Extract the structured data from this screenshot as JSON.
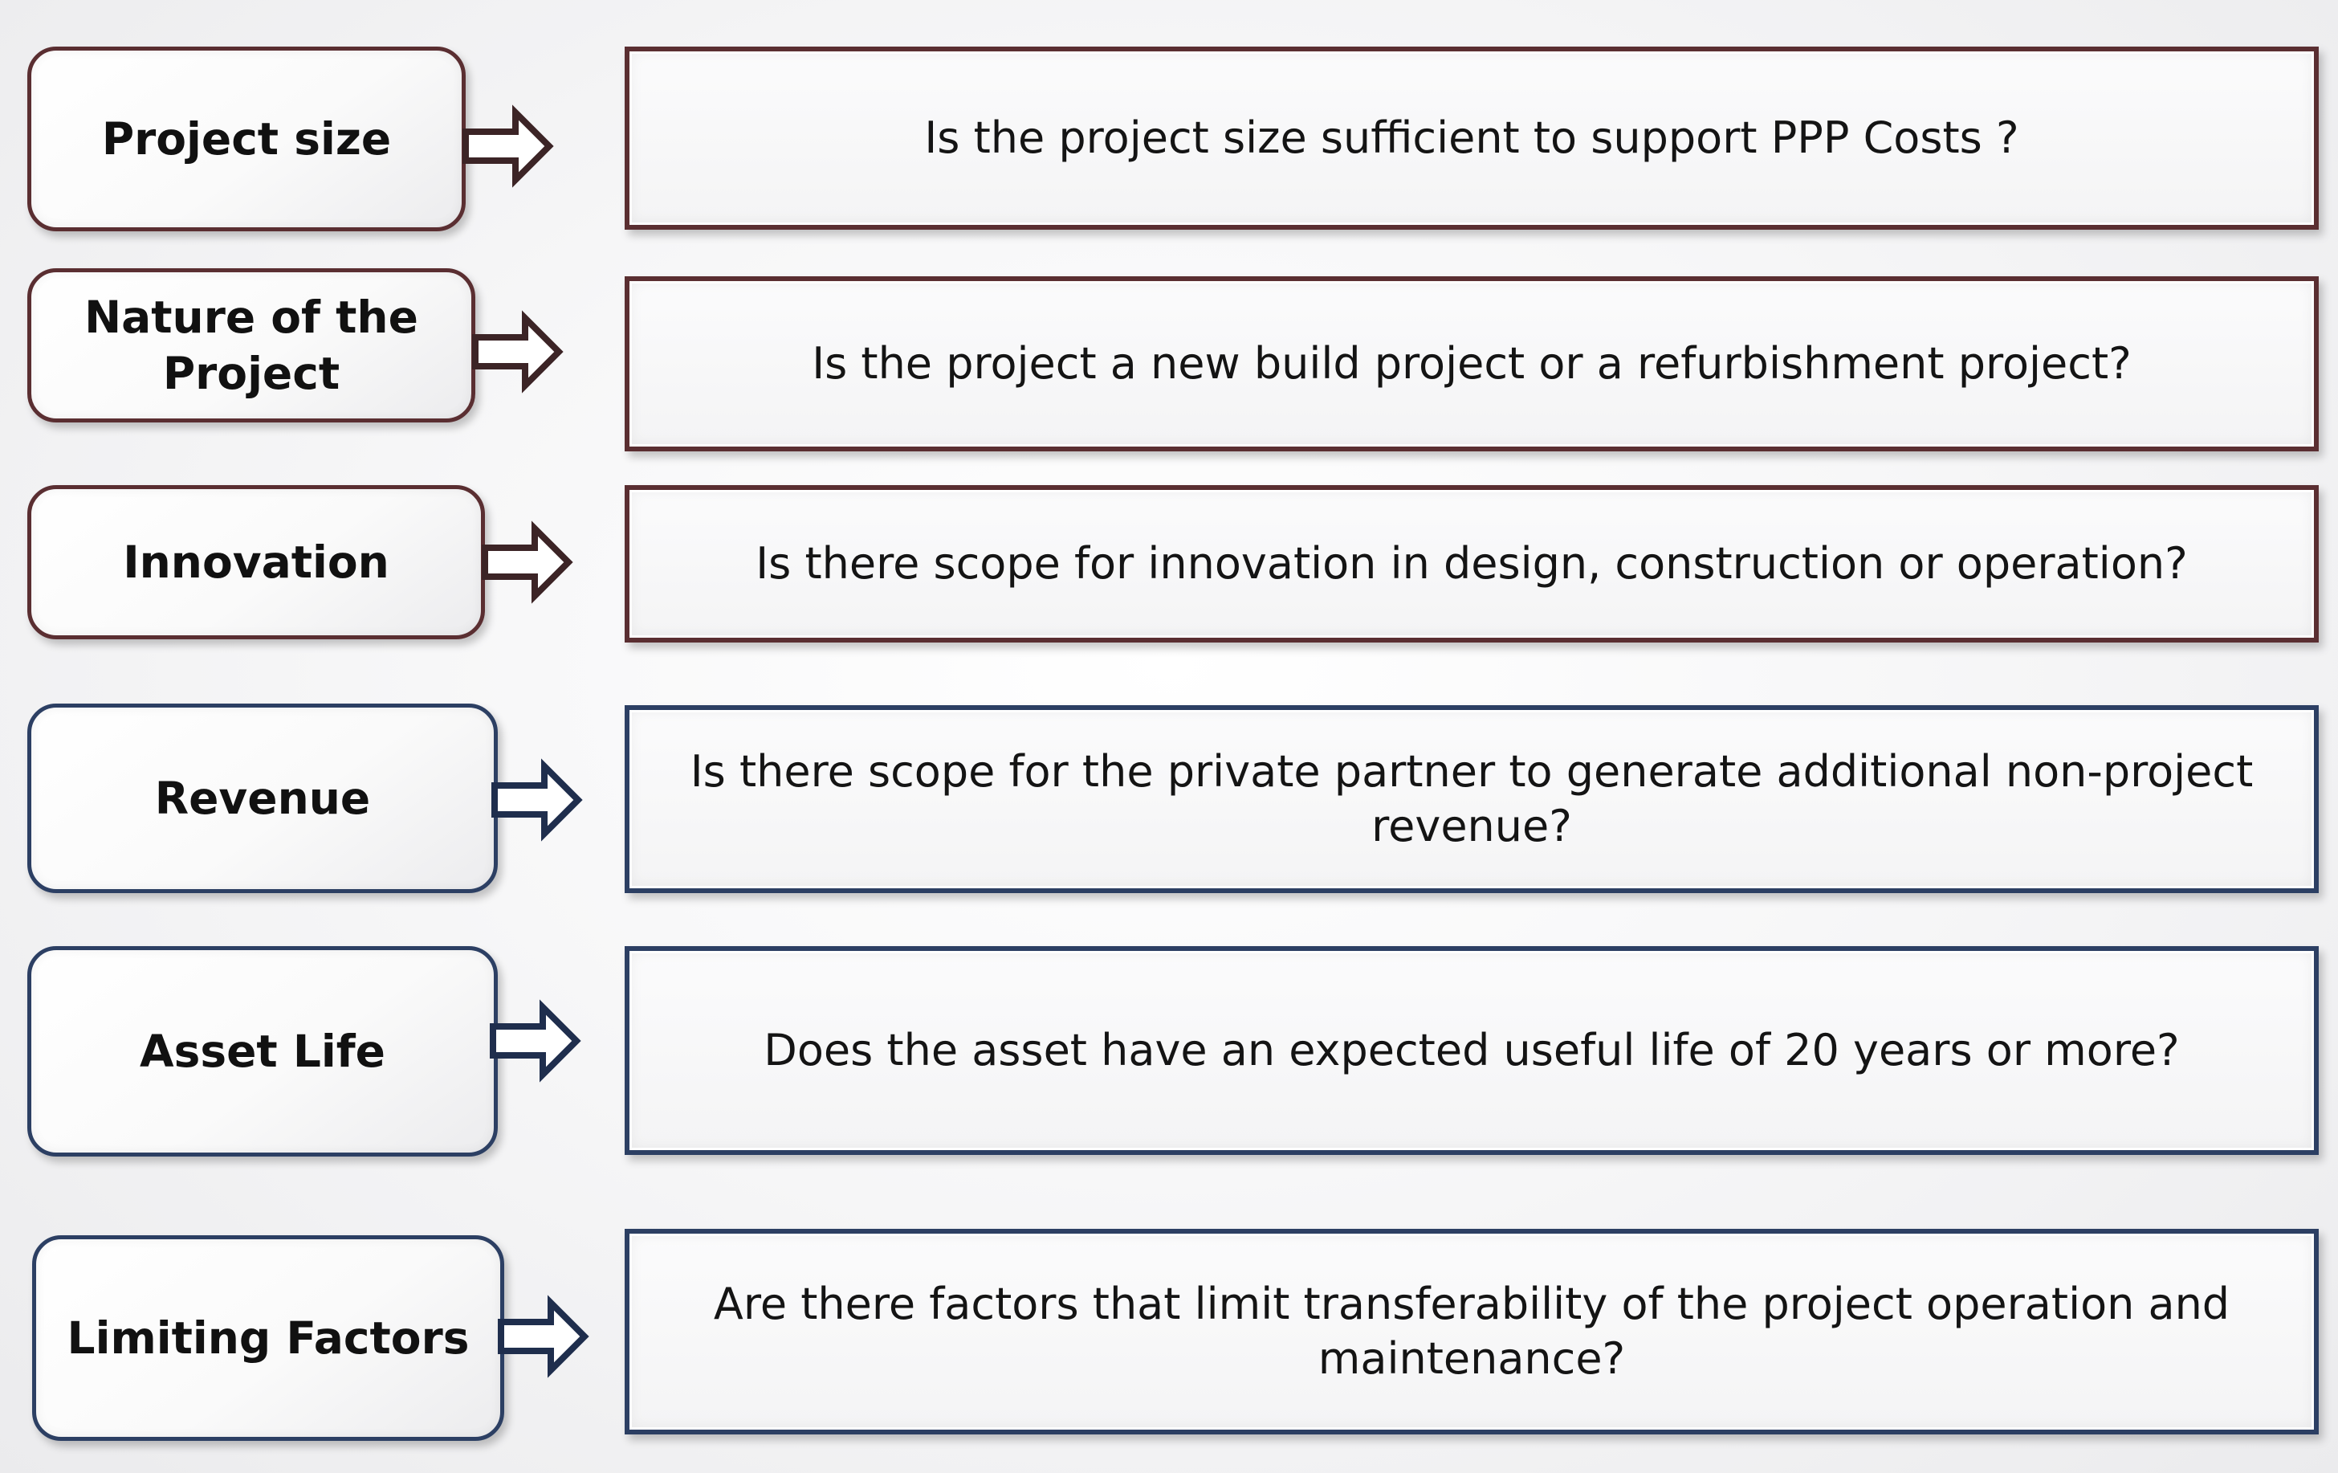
{
  "rows": [
    {
      "label": "Project size",
      "question": "Is the project size sufficient to support PPP Costs ?"
    },
    {
      "label_lines": [
        "Nature of the",
        "Project"
      ],
      "question": "Is the project a new build project or a refurbishment project?"
    },
    {
      "label": "Innovation",
      "question": "Is there scope for innovation in design, construction or operation?"
    },
    {
      "label": "Revenue",
      "question_lines": [
        "Is there scope for the private partner to generate additional non-project",
        "revenue?"
      ]
    },
    {
      "label": "Asset Life",
      "question": "Does the asset have an expected useful life of 20 years or more?"
    },
    {
      "label": "Limiting Factors",
      "question_lines": [
        "Are there factors that limit transferability of the project operation and",
        "maintenance?"
      ]
    }
  ],
  "colors": {
    "maroon_border": "#5a2e31",
    "navy_border": "#2c3f63"
  },
  "icons": {
    "arrow": "right-arrow-icon"
  }
}
